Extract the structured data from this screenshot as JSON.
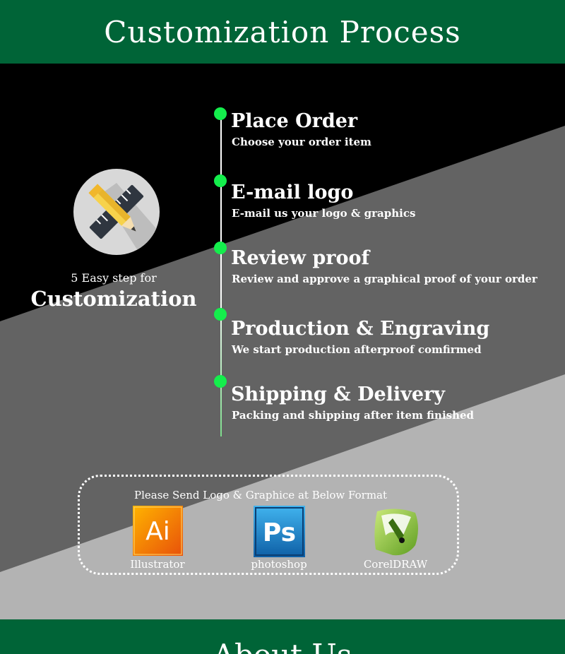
{
  "header": {
    "title": "Customization Process"
  },
  "intro": {
    "small": "5 Easy step for",
    "big": "Customization"
  },
  "steps": [
    {
      "title": "Place Order",
      "desc": "Choose your order item"
    },
    {
      "title": "E-mail logo",
      "desc": "E-mail us your logo & graphics"
    },
    {
      "title": "Review proof",
      "desc": "Review and approve a graphical proof of your order"
    },
    {
      "title": "Production & Engraving",
      "desc": "We start production afterproof comfirmed"
    },
    {
      "title": "Shipping & Delivery",
      "desc": "Packing and shipping after item finished"
    }
  ],
  "formats": {
    "title": "Please Send Logo & Graphice at Below Format",
    "items": [
      {
        "label": "Illustrator",
        "icon": "illustrator-icon",
        "glyph": "Ai"
      },
      {
        "label": "photoshop",
        "icon": "photoshop-icon",
        "glyph": "Ps"
      },
      {
        "label": "CorelDRAW",
        "icon": "coreldraw-icon",
        "glyph": ""
      }
    ]
  },
  "footer": {
    "title": "About Us"
  },
  "colors": {
    "brand_green": "#006437",
    "dot_green": "#14ee4c",
    "band_dark": "#636363",
    "band_light": "#b3b3b3"
  }
}
